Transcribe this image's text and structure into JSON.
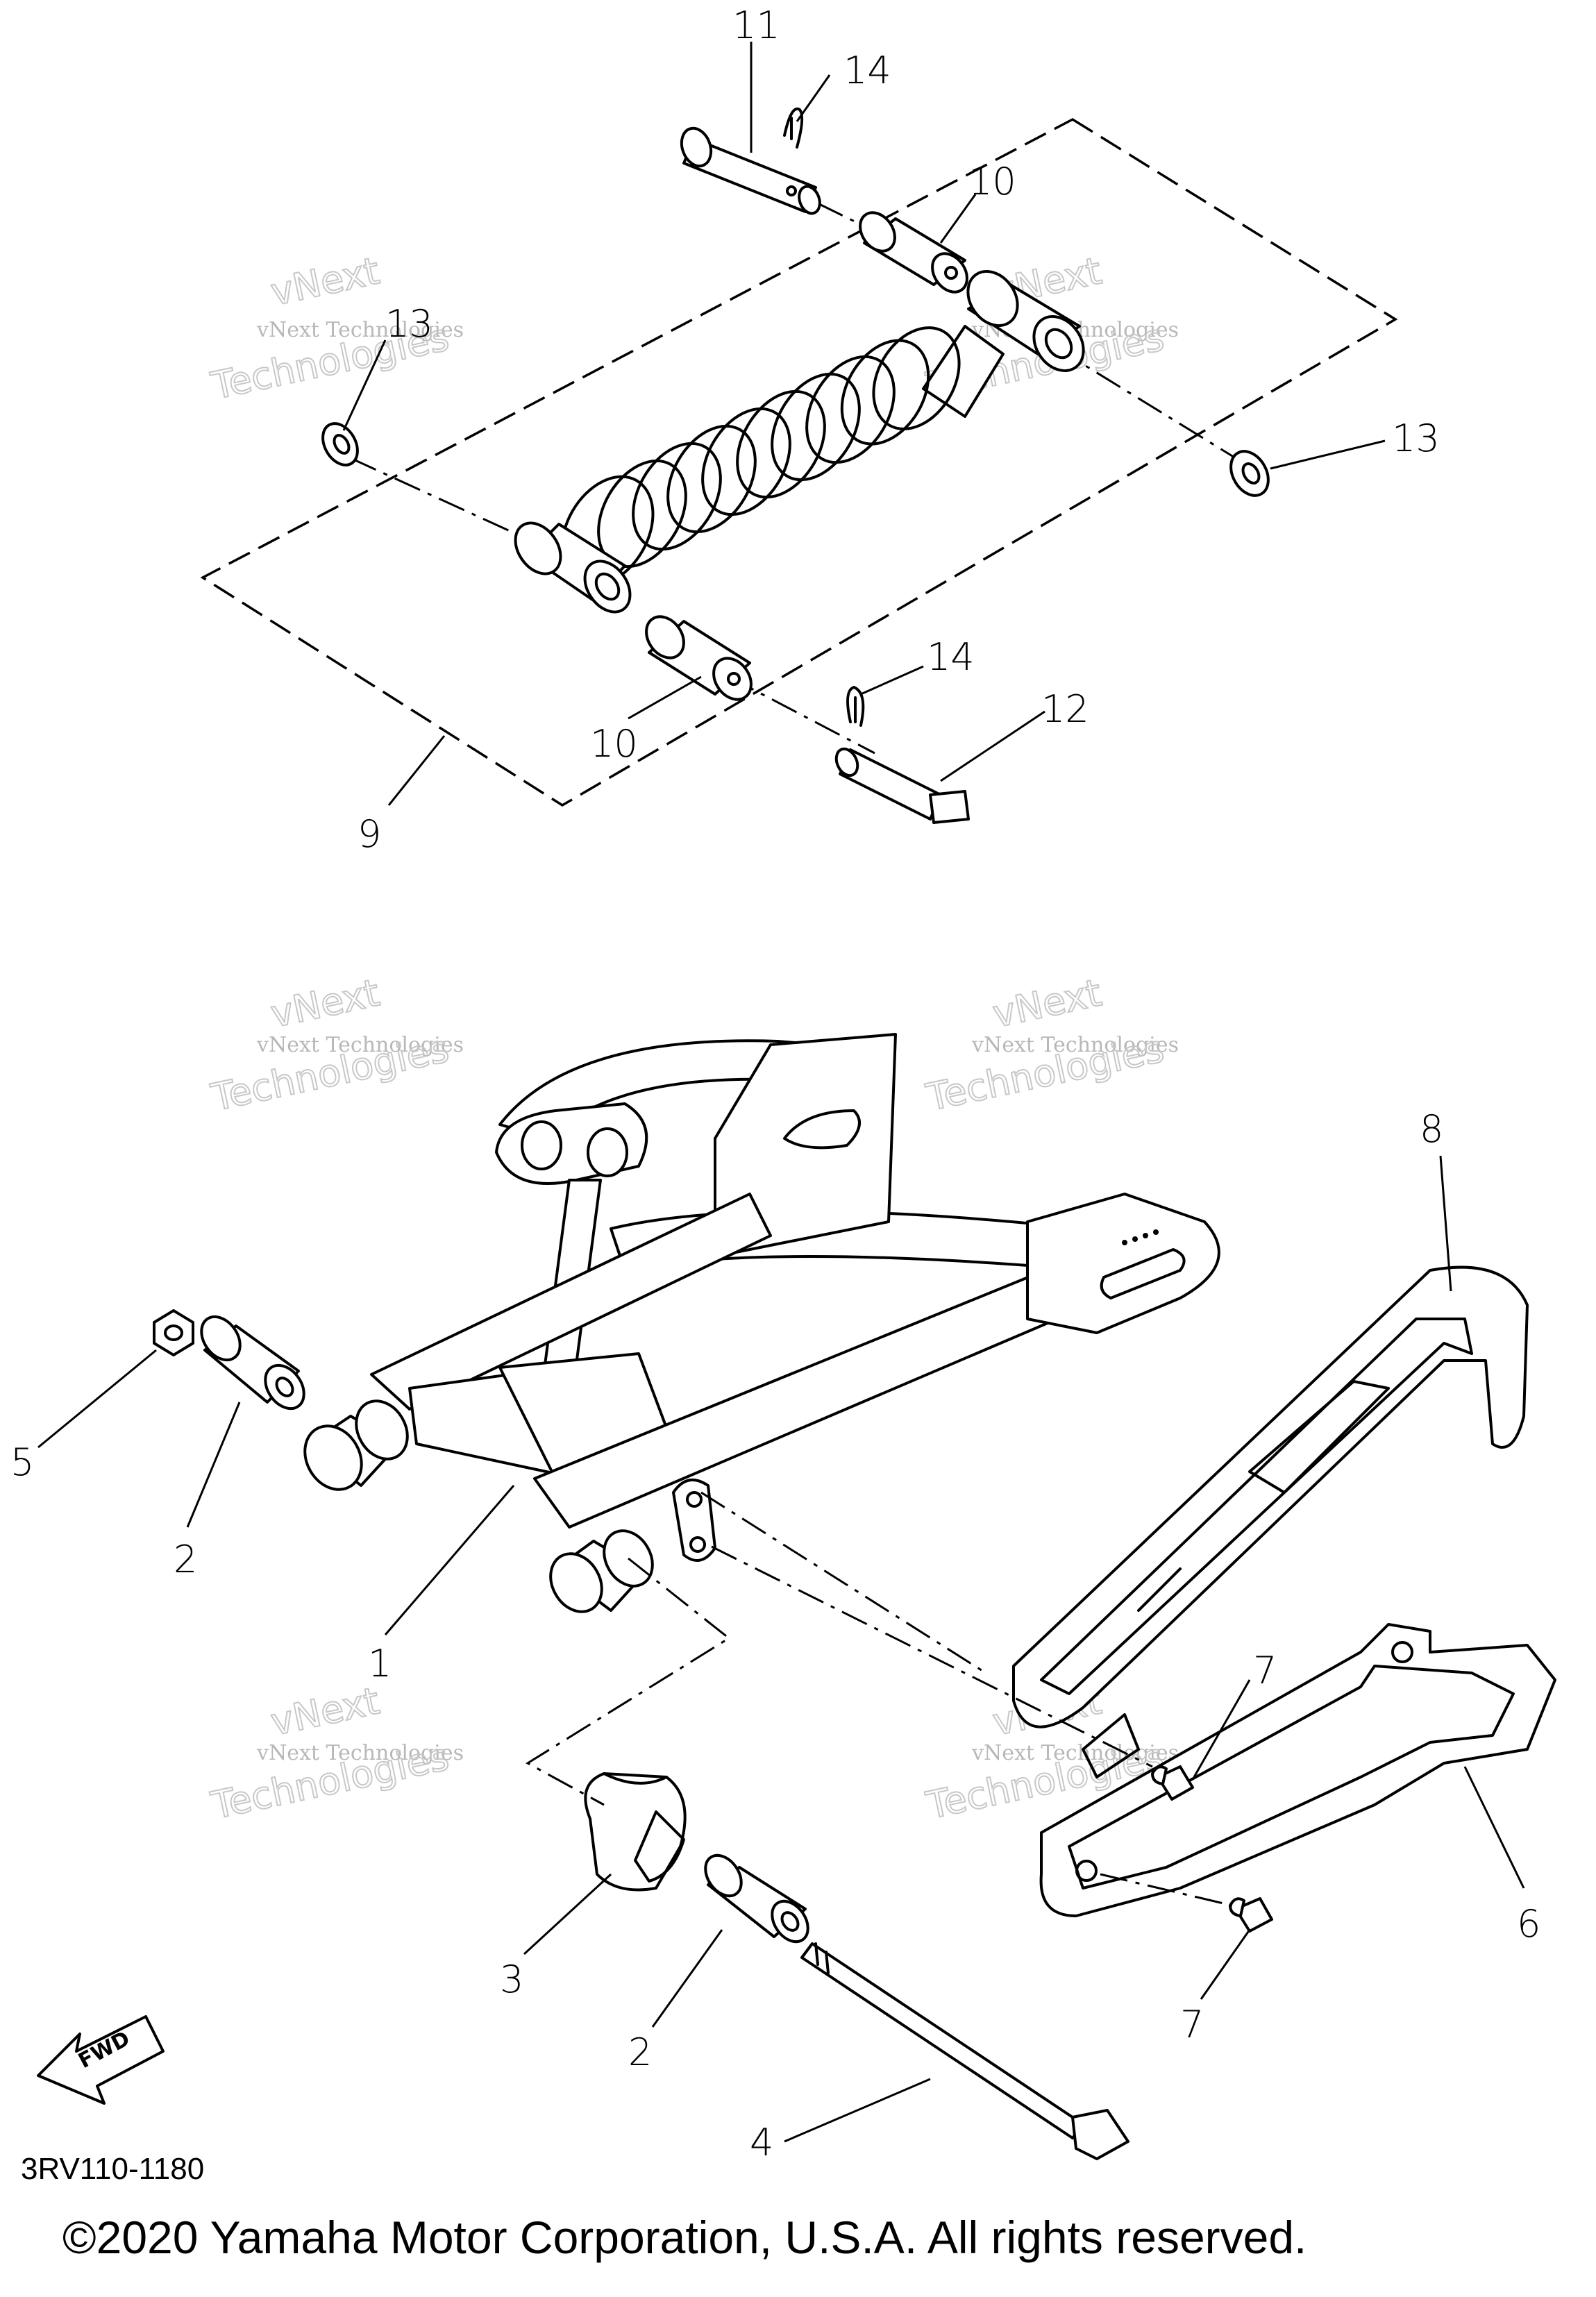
{
  "diagram": {
    "code": "3RV110-1180",
    "copyright": "©2020 Yamaha Motor Corporation, U.S.A. All rights reserved.",
    "fwd_label": "FWD",
    "watermark_line1": "vNext Technologies",
    "watermark_line2": "vNext",
    "watermark_line3": "Technologies",
    "callouts": {
      "c1": "1",
      "c2a": "2",
      "c2b": "2",
      "c3": "3",
      "c4": "4",
      "c5": "5",
      "c6": "6",
      "c7a": "7",
      "c7b": "7",
      "c8": "8",
      "c9": "9",
      "c10a": "10",
      "c10b": "10",
      "c11": "11",
      "c12": "12",
      "c13a": "13",
      "c13b": "13",
      "c14a": "14",
      "c14b": "14"
    }
  }
}
